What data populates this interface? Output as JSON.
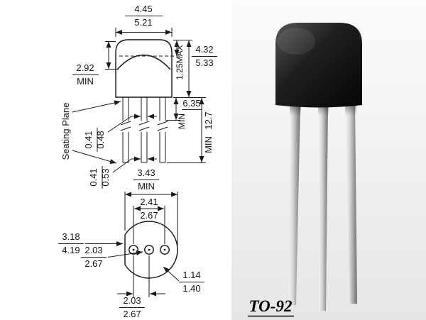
{
  "figure": {
    "caption": "TO-92",
    "front_view": {
      "body_width": {
        "num": "4.45",
        "den": "5.21"
      },
      "dome_height": {
        "num": "2.92",
        "den": "MIN"
      },
      "cap_height": "1.25MAX",
      "body_height": {
        "num": "4.32",
        "den": "5.33"
      },
      "lead_exposed": {
        "num": "6.35",
        "den": "MIN"
      },
      "lead_length": {
        "num": "12.7",
        "den": "MIN"
      },
      "lead_width_upper": {
        "num": "0.41",
        "den": "0.48"
      },
      "lead_width_lower": {
        "num": "0.41",
        "den": "0.53"
      },
      "seating_plane": "Seating Plane"
    },
    "bottom_view": {
      "flat_width": {
        "num": "3.43",
        "den": "MIN"
      },
      "lead_span": {
        "num": "2.41",
        "den": "2.67"
      },
      "body_depth": {
        "num": "3.18",
        "den": "4.19"
      },
      "center_offset": {
        "num": "2.03",
        "den": "2.67"
      },
      "lead_thickness": {
        "num": "1.14",
        "den": "1.40"
      },
      "lead_pitch": {
        "num": "2.03",
        "den": "2.67"
      }
    }
  },
  "colors": {
    "line": "#1a1a1a",
    "text": "#141414",
    "transistor_body": "#0a0a0a",
    "transistor_lead": "#c9c9c9",
    "photo_background": "#eeeeee",
    "background": "#ffffff"
  }
}
